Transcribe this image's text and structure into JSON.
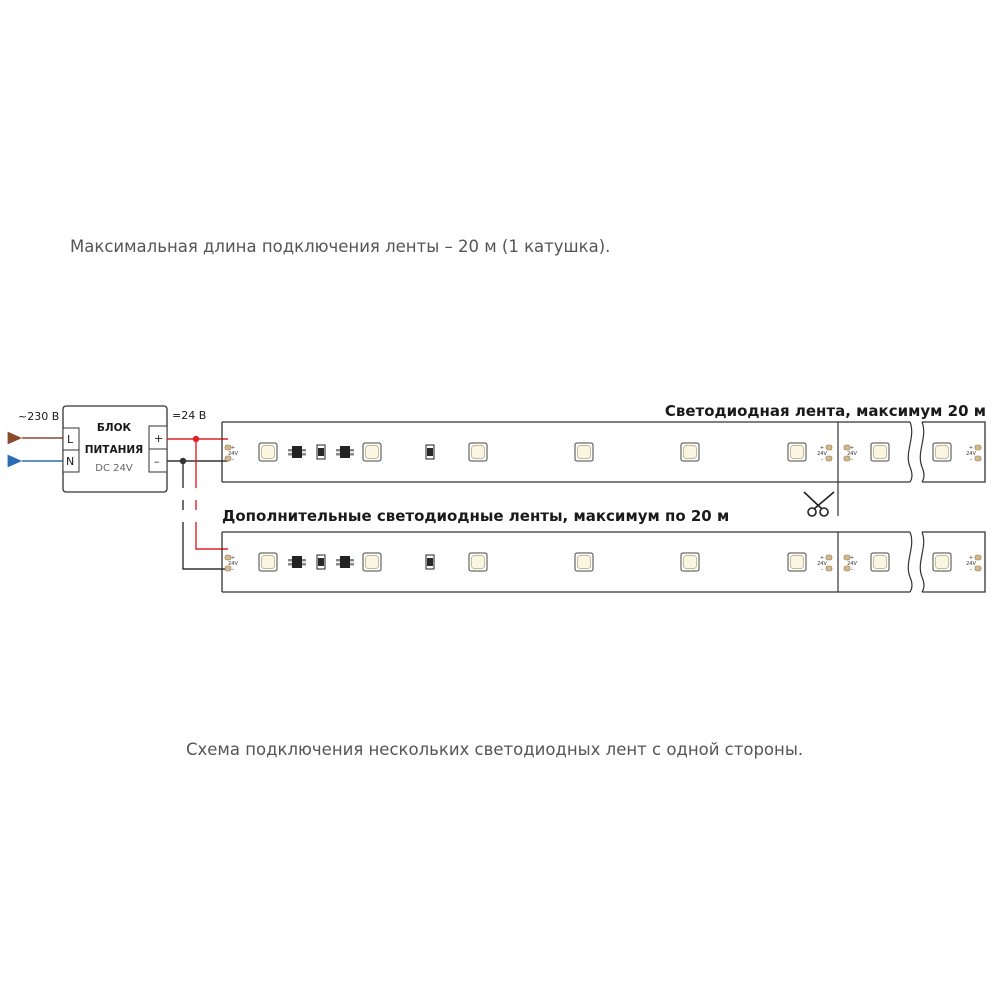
{
  "captions": {
    "top": "Максимальная длина подключения ленты – 20 м (1 катушка).",
    "bottom": "Схема подключения нескольких светодиодных лент с одной стороны."
  },
  "power_supply": {
    "input_voltage": "~230 В",
    "output_voltage": "=24 В",
    "terminal_l": "L",
    "terminal_n": "N",
    "terminal_plus": "+",
    "terminal_minus": "–",
    "name_line1": "БЛОК",
    "name_line2": "ПИТАНИЯ",
    "spec": "DC 24V"
  },
  "strips": [
    {
      "title": "Светодиодная лента, максимум 20 м"
    },
    {
      "title": "Дополнительные светодиодные ленты, максимум по 20 м"
    }
  ],
  "pad_label": "24V",
  "pad_plus": "+",
  "pad_minus": "–",
  "colors": {
    "wire_live": "#8b4a2b",
    "wire_neutral": "#2a6db5",
    "wire_positive": "#e0202a",
    "wire_negative": "#333333",
    "led_fill": "#fbf6e2",
    "pad_fill": "#d6b98a"
  },
  "icons": {
    "cut_mark": "scissors-icon",
    "input_live": "arrow-left-icon",
    "input_neutral": "arrow-left-icon"
  }
}
